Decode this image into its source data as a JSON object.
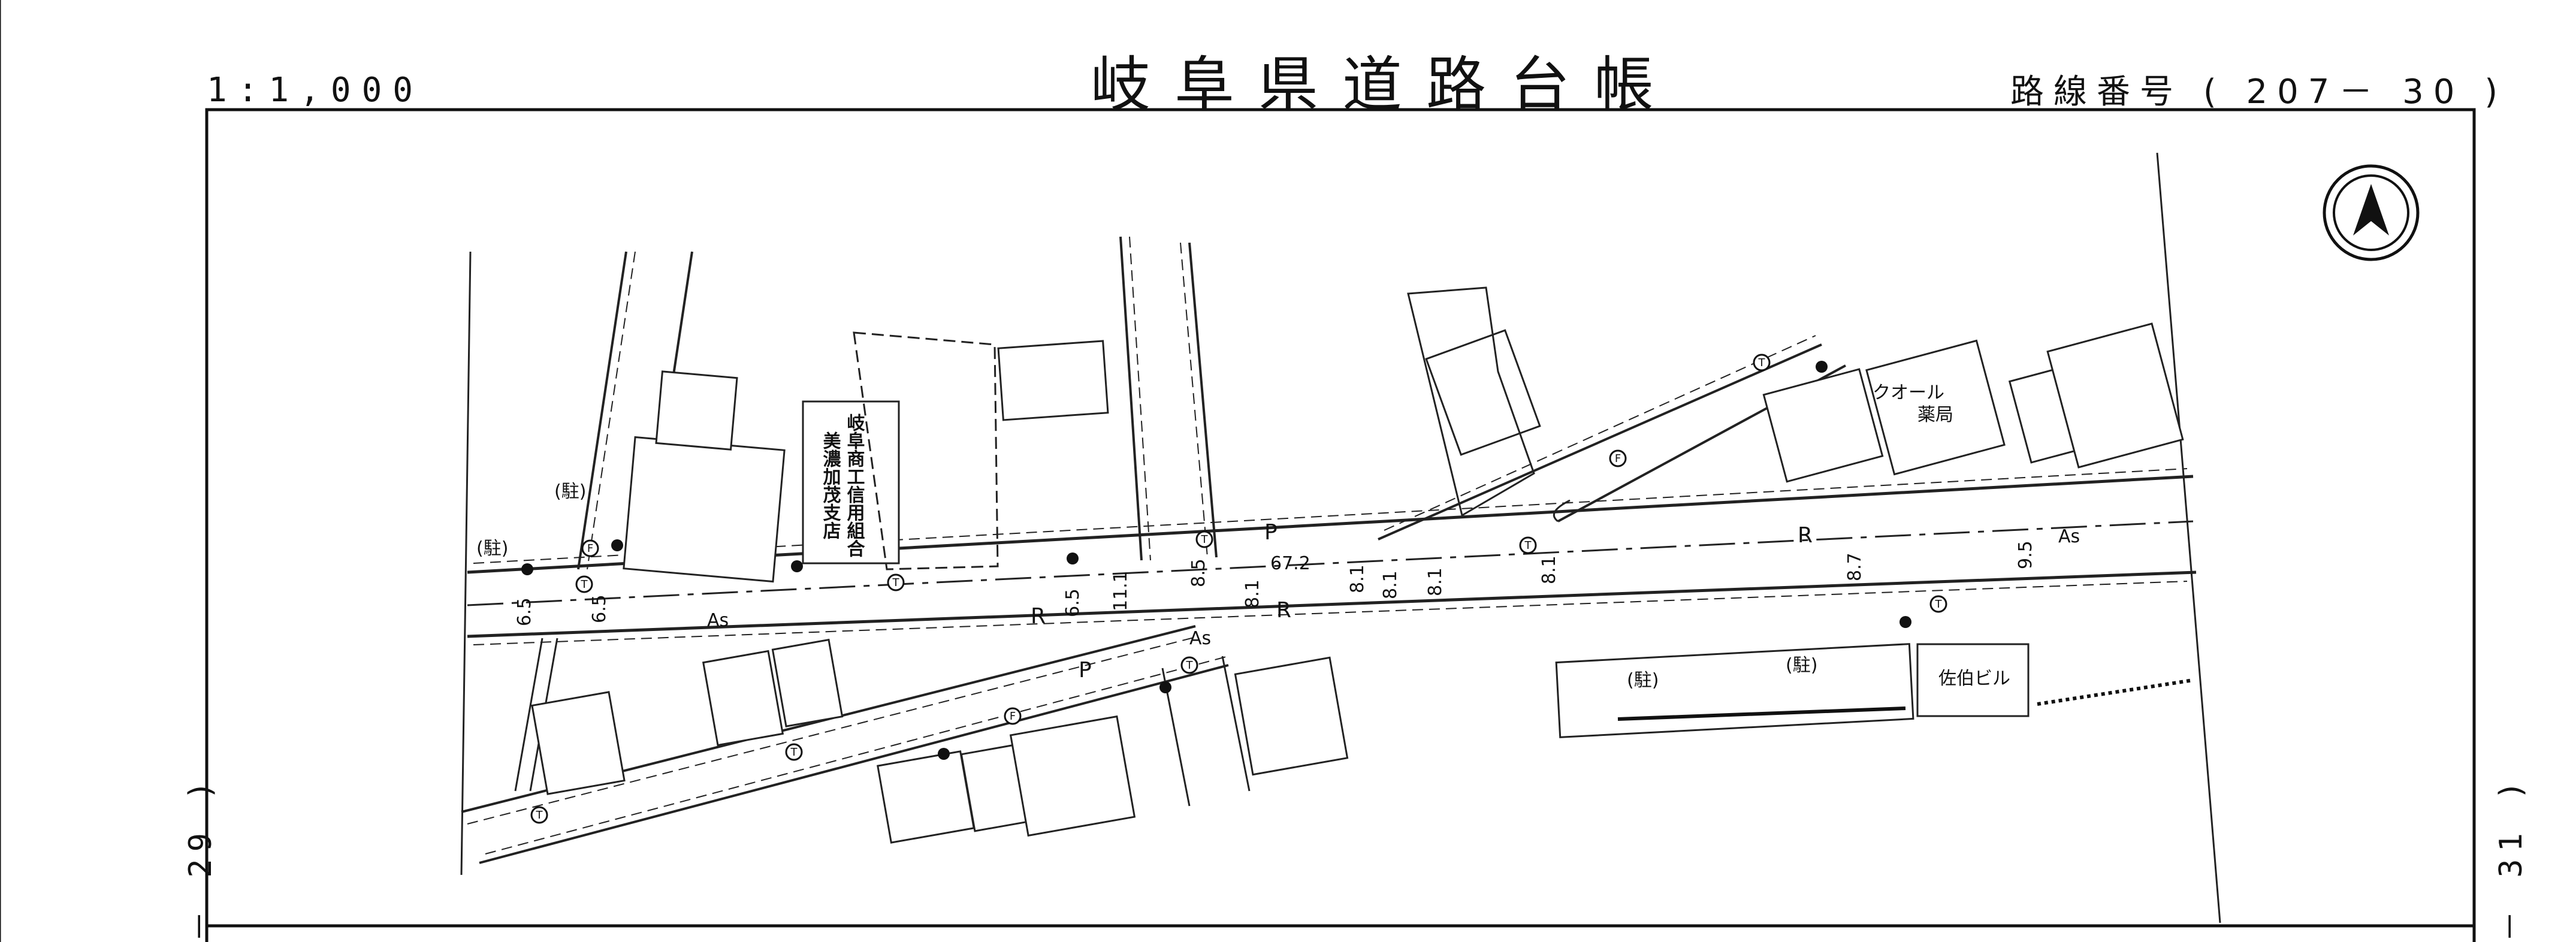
{
  "header": {
    "scale": "1:1,000",
    "title": "岐阜県道路台帳",
    "route_label": "路線番号",
    "route_number": "( 207－ 30 )"
  },
  "sheet_refs": {
    "left": "－ 29 )",
    "right": "－ 31 )"
  },
  "map": {
    "bank_name_line1": "岐阜商工信用組合",
    "bank_name_line2": "美濃加茂支店",
    "pharmacy_line1": "クオール",
    "pharmacy_line2": "薬局",
    "building_saeki": "佐伯ビル",
    "parking": "(駐)",
    "elevation": "67.2",
    "surface_asphalt": "As",
    "pavement_r": "R",
    "parking_mark": "P",
    "widths": {
      "w1": "6.5",
      "w2": "6.5",
      "w3": "6.5",
      "w4": "11.1",
      "w5": "8.5",
      "w6": "8.1",
      "w7": "8.1",
      "w8": "8.1",
      "w9": "8.1",
      "w10": "8.1",
      "w11": "8.7",
      "w12": "9.5"
    },
    "pole_symbol": "T",
    "hydrant_symbol": "F"
  },
  "north_arrow": "north-arrow-icon"
}
